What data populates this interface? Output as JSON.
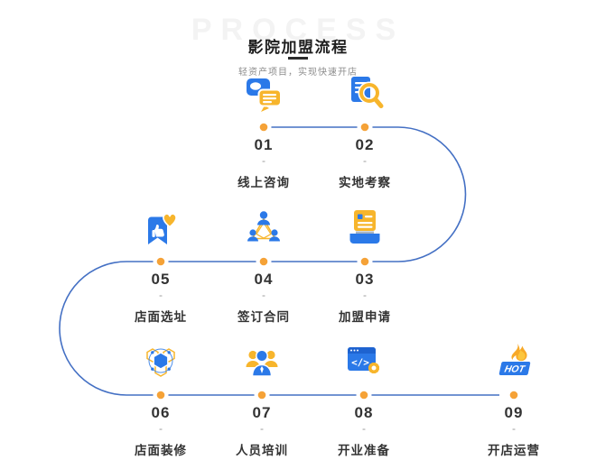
{
  "header": {
    "watermark": "PROCESS",
    "title": "影院加盟流程",
    "subtitle": "轻资产项目，实现快速开店"
  },
  "step_separator": "-",
  "icon_text": {
    "code": "</>",
    "hot": "HOT"
  },
  "steps": [
    {
      "num": "01",
      "label": "线上咨询",
      "icon": "chat-bubbles-icon"
    },
    {
      "num": "02",
      "label": "实地考察",
      "icon": "document-magnifier-icon"
    },
    {
      "num": "03",
      "label": "加盟申请",
      "icon": "application-tray-icon"
    },
    {
      "num": "04",
      "label": "签订合同",
      "icon": "contract-team-icon"
    },
    {
      "num": "05",
      "label": "店面选址",
      "icon": "bookmark-heart-icon"
    },
    {
      "num": "06",
      "label": "店面装修",
      "icon": "shield-hexagon-icon"
    },
    {
      "num": "07",
      "label": "人员培训",
      "icon": "people-group-icon"
    },
    {
      "num": "08",
      "label": "开业准备",
      "icon": "code-window-gear-icon"
    },
    {
      "num": "09",
      "label": "开店运营",
      "icon": "flame-hot-icon"
    }
  ],
  "colors": {
    "icon_blue": "#2B79E8",
    "icon_blue_dark": "#1E63D0",
    "icon_yellow": "#F7B52C",
    "dot_orange": "#F5A237",
    "line_blue": "#4470C4"
  }
}
